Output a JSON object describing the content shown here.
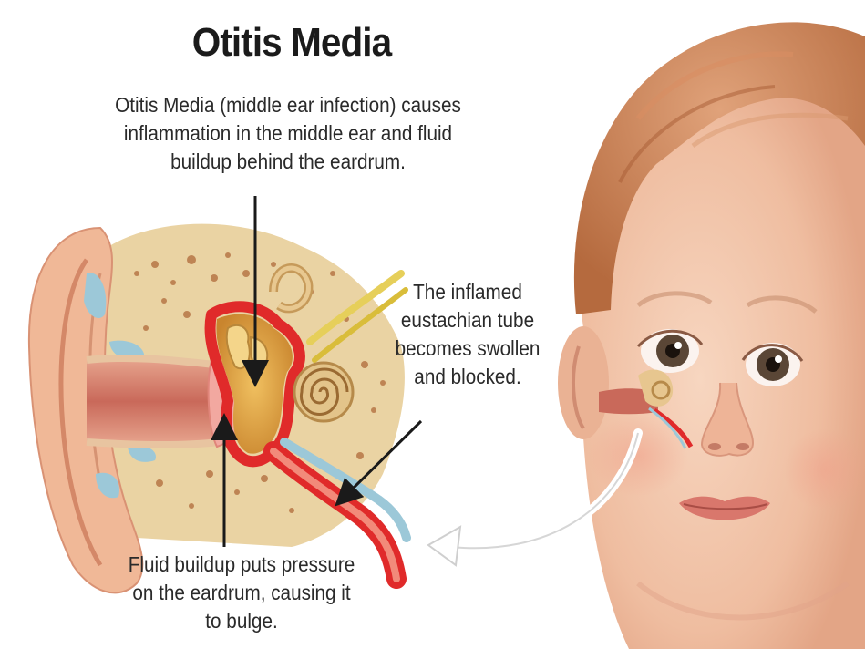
{
  "title": "Otitis Media",
  "captions": {
    "top": "Otitis Media (middle ear infection) causes inflammation in the middle ear and fluid buildup behind the eardrum.",
    "right": "The inflamed eustachian tube becomes swollen and blocked.",
    "bottom": "Fluid buildup puts pressure on the eardrum, causing it to bulge."
  },
  "colors": {
    "skin": "#f2c2a4",
    "bone": "#e9d2a2",
    "fluid": "#d99a3c",
    "membrane": "#e02a2a",
    "tube_blue": "#9cc8d8",
    "hair": "#c8784a"
  }
}
